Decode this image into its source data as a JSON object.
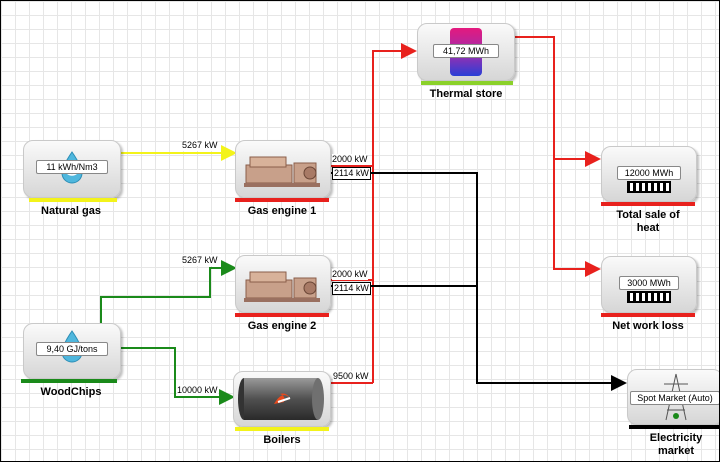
{
  "colors": {
    "gas": "#f3f31a",
    "wood": "#1a8a1a",
    "heat": "#e8211d",
    "electric": "#000000",
    "store_bar": "#8bd12a"
  },
  "nodes": {
    "natural_gas": {
      "label": "Natural gas",
      "value": "11 kWh/Nm3",
      "icon": "water-drop-icon"
    },
    "woodchips": {
      "label": "WoodChips",
      "value": "9,40 GJ/tons",
      "icon": "water-drop-icon"
    },
    "gas_engine_1": {
      "label": "Gas engine 1",
      "icon": "engine-icon"
    },
    "gas_engine_2": {
      "label": "Gas engine 2",
      "icon": "engine-icon"
    },
    "boilers": {
      "label": "Boilers",
      "icon": "boiler-icon"
    },
    "thermal_store": {
      "label": "Thermal store",
      "value": "41,72 MWh",
      "icon": "storage-tank-icon"
    },
    "total_sale_of_heat": {
      "label": "Total sale of heat",
      "value": "12000 MWh",
      "icon": "radiator-icon"
    },
    "net_work_loss": {
      "label": "Net work loss",
      "value": "3000 MWh",
      "icon": "radiator-icon"
    },
    "electricity_market": {
      "label": "Electricity market",
      "value": "Spot Market (Auto)",
      "icon": "power-pylon-icon"
    }
  },
  "flows": {
    "gas_to_engine1": "5267 kW",
    "wood_to_engine2": "5267 kW",
    "wood_to_boilers": "10000 kW",
    "engine1_heat": "2000 kW",
    "engine1_elec": "2114 kW",
    "engine2_heat": "2000 kW",
    "engine2_elec": "2114 kW",
    "boilers_heat": "9500 kW"
  }
}
